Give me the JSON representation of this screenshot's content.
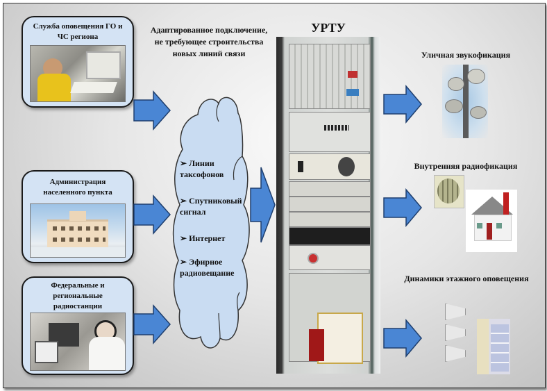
{
  "sources": [
    {
      "title": "Служба оповещения ГО и ЧС региона",
      "photo": "operator-at-computer"
    },
    {
      "title": "Администрация населенного пункта",
      "photo": "administration-building"
    },
    {
      "title": "Федеральные и региональные радиостанции",
      "photo": "radio-studio-operator"
    }
  ],
  "connection_caption": "Адаптированное подключение, не требующее строительства новых линий связи",
  "channels": [
    "Линии таксофонов",
    "Спутниковый сигнал",
    "Интернет",
    "Эфирное радиовещание"
  ],
  "center": {
    "title": "УРТУ",
    "photo": "urtu-equipment-rack"
  },
  "outputs": [
    {
      "title": "Уличная звукофикация",
      "photo": "street-loudspeakers"
    },
    {
      "title": "Внутренняя радиофикация",
      "photo": "indoor-speaker-and-house"
    },
    {
      "title": "Динамики этажного оповещения",
      "photo": "floor-loudspeakers-building"
    }
  ],
  "colors": {
    "box_fill": "#d4e3f4",
    "arrow_fill": "#4a86d4",
    "arrow_stroke": "#1f3f6e",
    "cloud_fill": "#c9dcf2"
  }
}
